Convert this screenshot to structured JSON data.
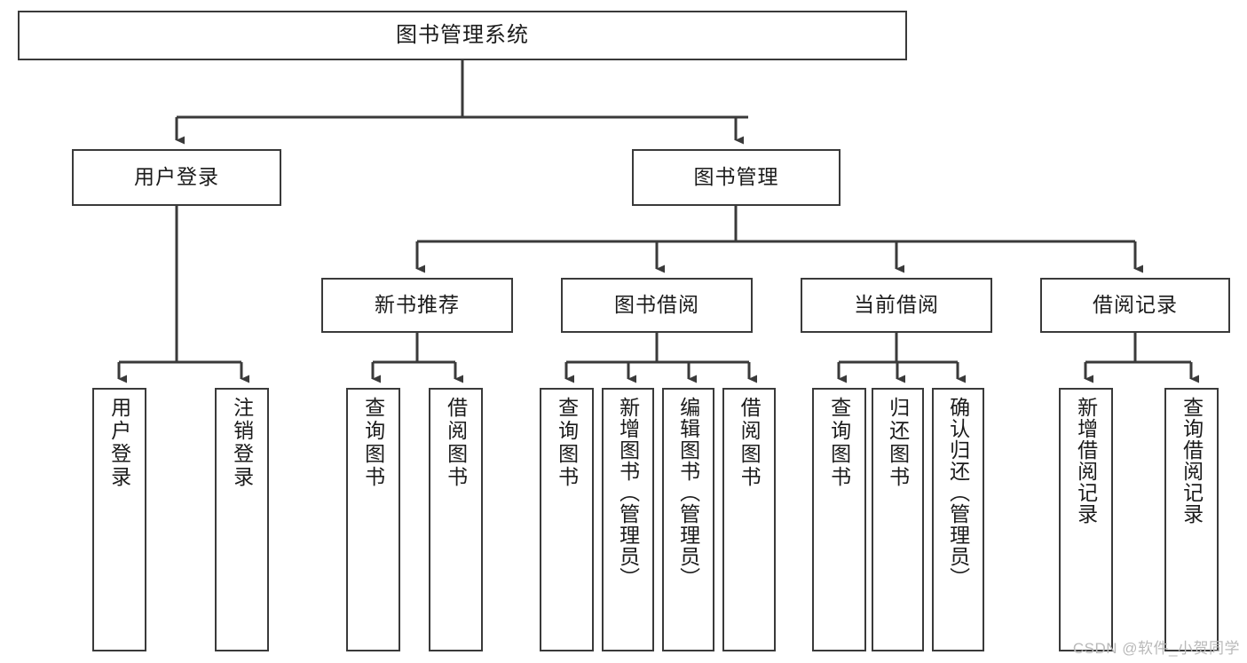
{
  "diagram": {
    "title": "图书管理系统",
    "watermark": "CSDN @软件_小贺同学",
    "line_color": "#3a3a3a",
    "box_fill": "#ffffff",
    "text_color": "#1b1b1b"
  },
  "root": {
    "label": "图书管理系统"
  },
  "level2": [
    {
      "label": "用户登录"
    },
    {
      "label": "图书管理"
    }
  ],
  "level3": [
    {
      "label": "新书推荐"
    },
    {
      "label": "图书借阅"
    },
    {
      "label": "当前借阅"
    },
    {
      "label": "借阅记录"
    }
  ],
  "leaves": {
    "user_login": [
      {
        "label": "用户登录"
      },
      {
        "label": "注销登录"
      }
    ],
    "new_book_recommend": [
      {
        "label": "查询图书"
      },
      {
        "label": "借阅图书"
      }
    ],
    "book_borrow": [
      {
        "label": "查询图书"
      },
      {
        "label": "新增图书（管理员）"
      },
      {
        "label": "编辑图书（管理员）"
      },
      {
        "label": "借阅图书"
      }
    ],
    "current_borrow": [
      {
        "label": "查询图书"
      },
      {
        "label": "归还图书"
      },
      {
        "label": "确认归还（管理员）"
      }
    ],
    "borrow_record": [
      {
        "label": "新增借阅记录"
      },
      {
        "label": "查询借阅记录"
      }
    ]
  }
}
